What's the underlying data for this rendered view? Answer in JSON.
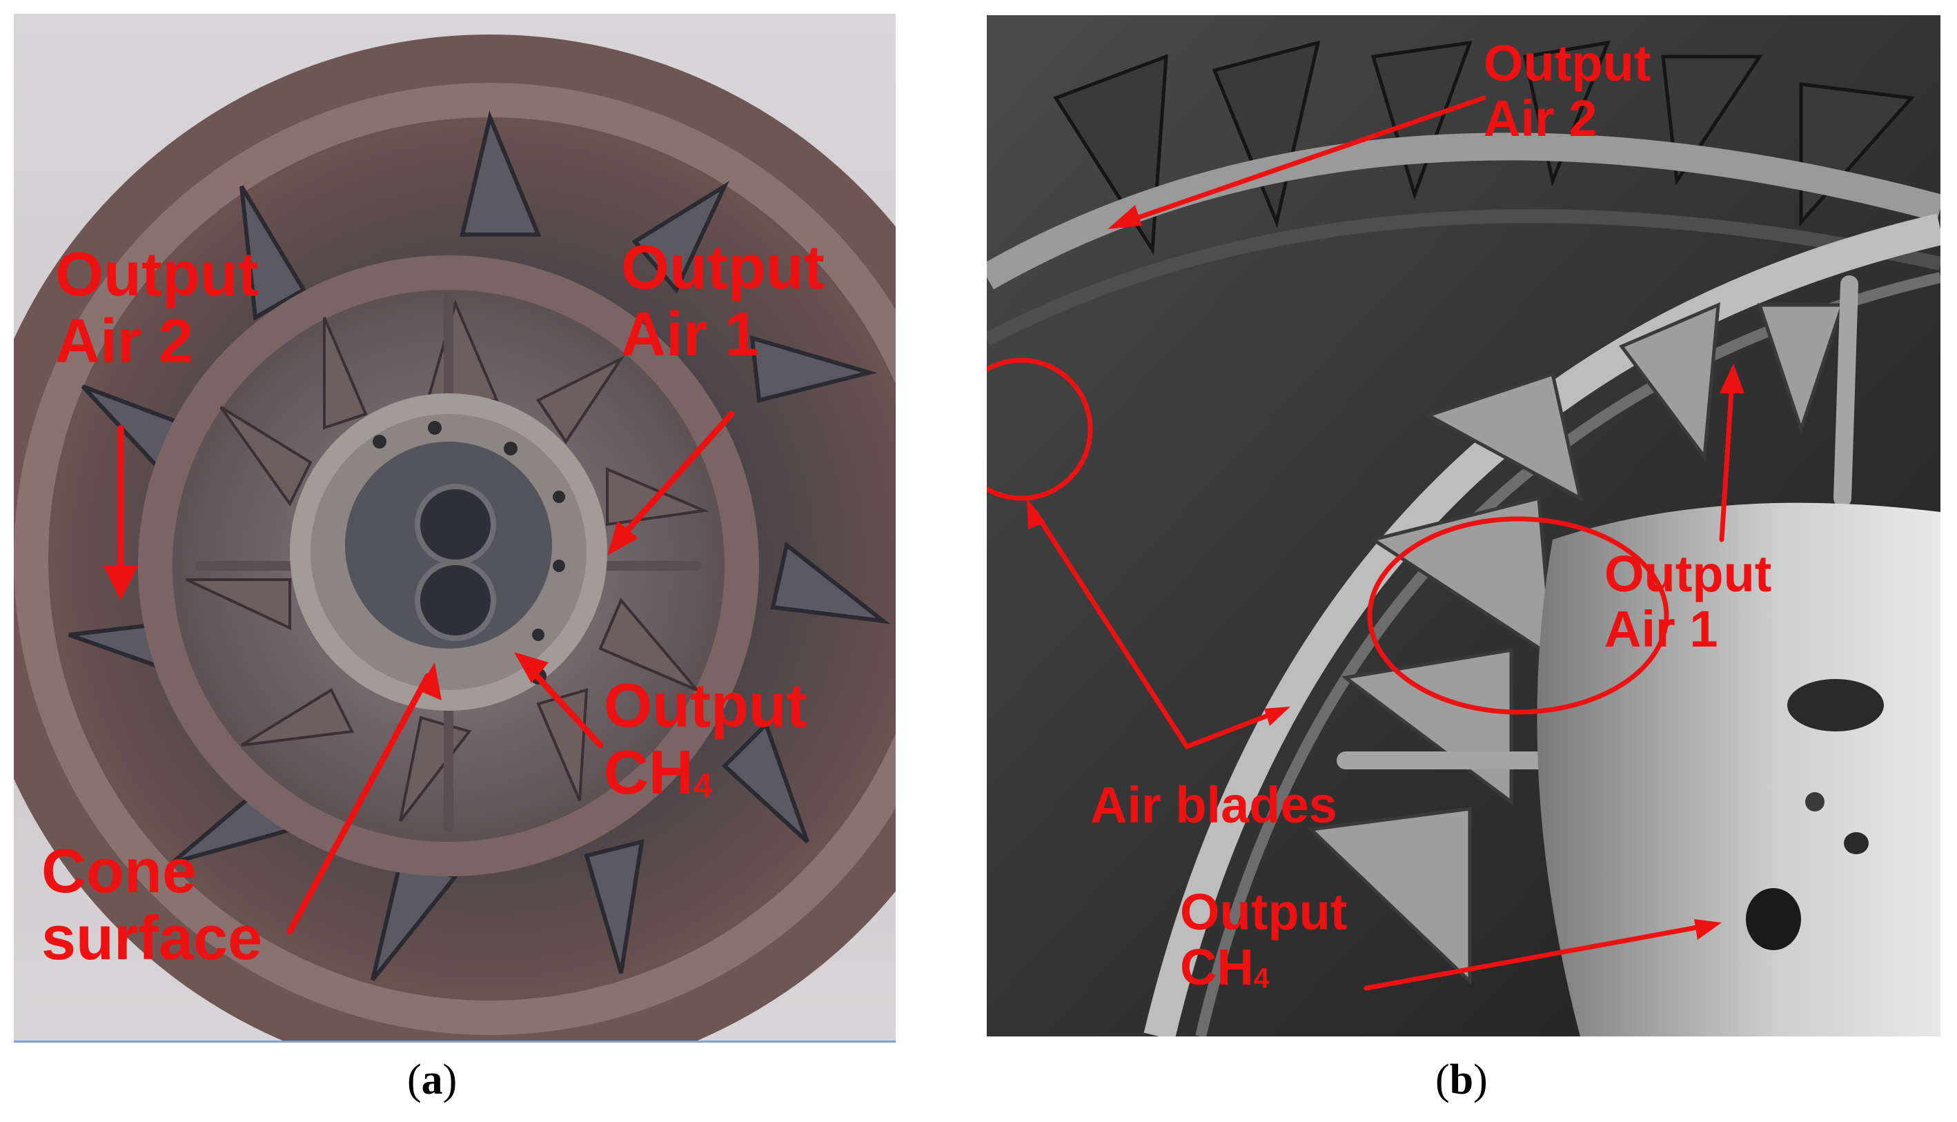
{
  "figure": {
    "panels": [
      {
        "id": "a",
        "caption_label": "a",
        "labels": {
          "output_air2_line1": "Output",
          "output_air2_line2": "Air 2",
          "output_air1_line1": "Output",
          "output_air1_line2": "Air 1",
          "output_ch4_line1": "Output",
          "output_ch4_line2": "CH",
          "output_ch4_sub": "4",
          "cone_line1": "Cone",
          "cone_line2": "surface"
        }
      },
      {
        "id": "b",
        "caption_label": "b",
        "labels": {
          "output_air2_line1": "Output",
          "output_air2_line2": "Air 2",
          "output_air1_line1": "Output",
          "output_air1_line2": "Air 1",
          "air_blades": "Air blades",
          "output_ch4_line1": "Output",
          "output_ch4_line2": "CH",
          "output_ch4_sub": "4"
        }
      }
    ],
    "colors": {
      "annotation": "#ee1111",
      "rule": "#7ea3d8"
    }
  }
}
